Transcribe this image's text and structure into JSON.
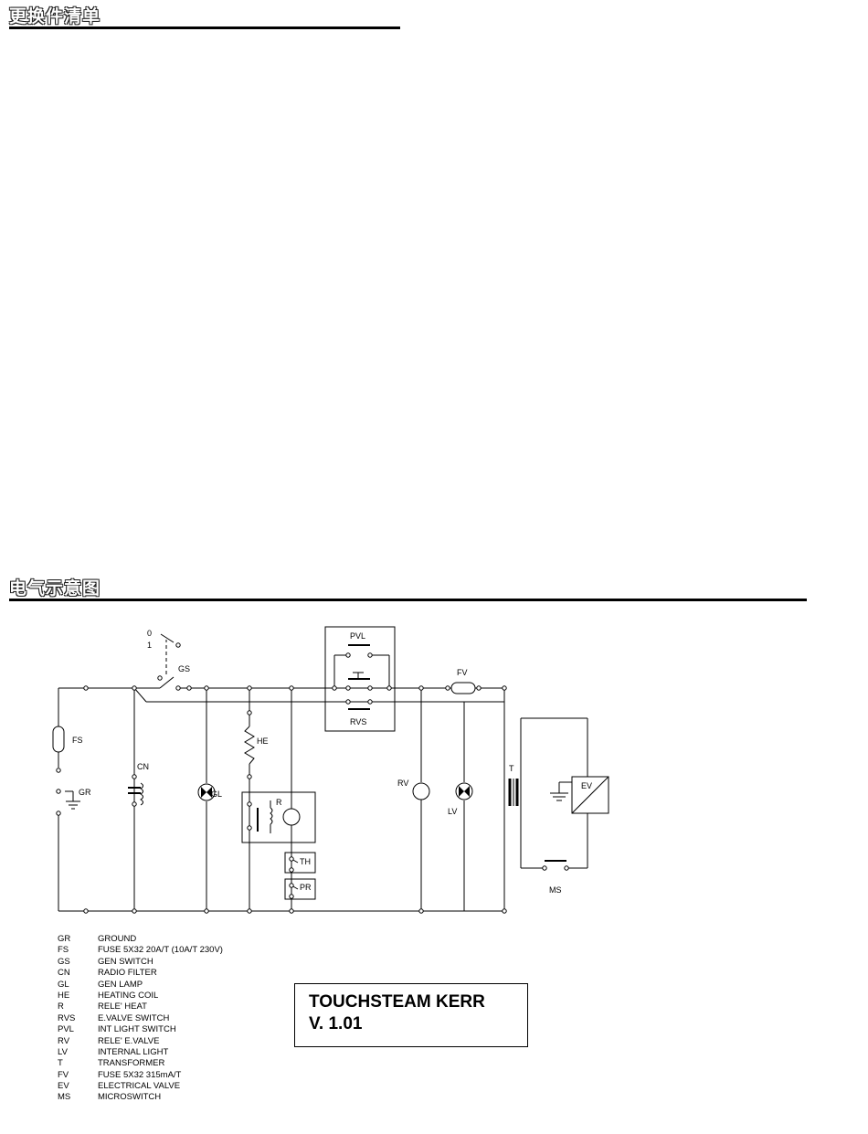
{
  "sections": {
    "parts_title": "更换件清单",
    "schematic_title": "电气示意图"
  },
  "diagram": {
    "labels": {
      "switch_off": "0",
      "switch_on": "1",
      "gs": "GS",
      "fs": "FS",
      "gr": "GR",
      "cn": "CN",
      "gl": "GL",
      "he": "HE",
      "r": "R",
      "th": "TH",
      "pr": "PR",
      "pvl": "PVL",
      "rvs": "RVS",
      "fv": "FV",
      "rv": "RV",
      "lv": "LV",
      "t": "T",
      "ev": "EV",
      "ms": "MS"
    }
  },
  "legend": [
    {
      "code": "GR",
      "desc": "GROUND"
    },
    {
      "code": "FS",
      "desc": "FUSE 5X32 20A/T (10A/T 230V)"
    },
    {
      "code": "GS",
      "desc": "GEN SWITCH"
    },
    {
      "code": "CN",
      "desc": "RADIO FILTER"
    },
    {
      "code": "GL",
      "desc": "GEN LAMP"
    },
    {
      "code": "HE",
      "desc": "HEATING COIL"
    },
    {
      "code": "R",
      "desc": "RELE' HEAT"
    },
    {
      "code": "RVS",
      "desc": "E.VALVE SWITCH"
    },
    {
      "code": "PVL",
      "desc": "INT LIGHT SWITCH"
    },
    {
      "code": "RV",
      "desc": "RELE' E.VALVE"
    },
    {
      "code": "LV",
      "desc": "INTERNAL LIGHT"
    },
    {
      "code": "T",
      "desc": "TRANSFORMER"
    },
    {
      "code": "FV",
      "desc": "FUSE 5X32 315mA/T"
    },
    {
      "code": "EV",
      "desc": "ELECTRICAL VALVE"
    },
    {
      "code": "MS",
      "desc": "MICROSWITCH"
    }
  ],
  "model": {
    "name": "TOUCHSTEAM KERR",
    "version": "V. 1.01"
  }
}
